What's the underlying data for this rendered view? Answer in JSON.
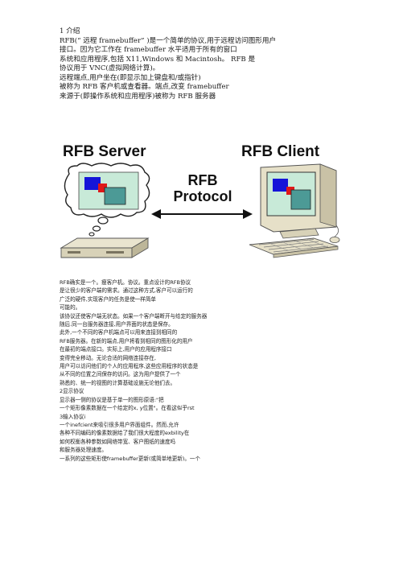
{
  "section1": {
    "lines": [
      "1 介绍",
      "RFB(“ 远程 framebuffer” )是一个简单的协议,用于远程访问图形用户",
      "接口。因为它工作在 framebuffer 水平适用于所有的窗口",
      "系统和应用程序,包括 X11,Windows 和 Macintosh。 RFB 是",
      "协议用于 VNC(虚拟网络计算)。",
      "远程端点,用户坐在(即显示加上键盘和/或指针)",
      "被称为 RFB 客户机或查看器。端点,改变 framebuffer",
      "来源于(即操作系统和应用程序)被称为 RFB 服务器"
    ]
  },
  "figure": {
    "server_label": "RFB Server",
    "client_label": "RFB Client",
    "protocol_line1": "RFB",
    "protocol_line2": "Protocol"
  },
  "section2": {
    "lines": [
      "RFB确实是一个。瘦客户机。协议。重点设计的RFB协议",
      "是让很少的客户端的需求。通过这种方式,客户可以运行的",
      "广泛的硬件,实现客户的任务是使一样简单",
      "可能的。",
      "该协议还使客户端无状态。如果一个客户端断开与给定的服务器",
      "随后.同一台服务器连接,用户界面的状态是保存。",
      "此外,一个不同的客户机端点可以用来连接到相同的",
      "RFB服务器。在新的端点,用户将看到相同的图形化的用户",
      "在最初的端点接口。实际上,用户的应用程序接口",
      "变得完全移动。无论合适的网络连接存在,",
      "用户可以访问他们的个人的应用程序,这些应用程序的状态是",
      "从不同的位置之间保存的访问。这为用户提供了一个",
      "熟悉的、统一的视图的计算基础设施无论他们去。",
      "2显示协议",
      "显示器一侧的协议是基于单一的图形原语:\"把",
      "一个矩形像素数据在一个给定的x, y位置\"。在看这似乎rst",
      "3输入协议i",
      "一个inefcient来吸引很多用户界面组件。然而,允许",
      "各种不同编码的像素数据给了我们很大程度的exbility在",
      "如何权衡各种参数如网络带宽、客户图纸的速度吗",
      "和服务器处理速度。",
      "一系列的这些矩形使framebuffer更新(或简单地更新)。一个"
    ]
  }
}
